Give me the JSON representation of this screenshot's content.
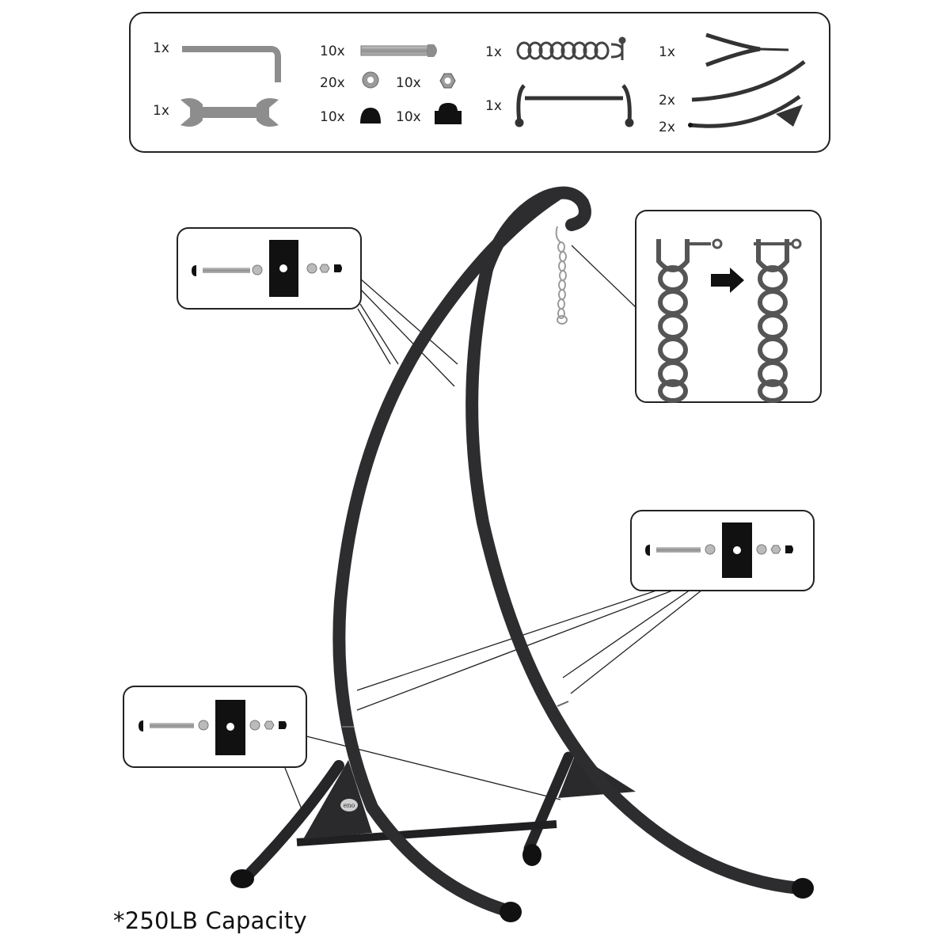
{
  "parts_box": {
    "items": [
      {
        "qty": "1x",
        "icon": "allen-key-icon"
      },
      {
        "qty": "1x",
        "icon": "wrench-icon"
      },
      {
        "qty": "10x",
        "icon": "bolt-icon"
      },
      {
        "qty": "20x",
        "icon": "washer-icon"
      },
      {
        "qty": "10x",
        "icon": "hex-nut-icon"
      },
      {
        "qty": "10x",
        "icon": "end-cap-icon"
      },
      {
        "qty": "10x",
        "icon": "cap-nut-icon"
      },
      {
        "qty": "1x",
        "icon": "chain-with-shackle-icon"
      },
      {
        "qty": "1x",
        "icon": "base-crossbar-icon"
      },
      {
        "qty": "1x",
        "icon": "top-hook-arch-icon"
      },
      {
        "qty": "2x",
        "icon": "front-arc-tube-icon"
      },
      {
        "qty": "2x",
        "icon": "rear-arc-tube-icon"
      }
    ]
  },
  "caption": "*250LB Capacity",
  "brand_mark": "eno",
  "colors": {
    "frame": "#2b2b2d",
    "outline": "#1a1a1a",
    "hardware": "#9a9a9a"
  }
}
